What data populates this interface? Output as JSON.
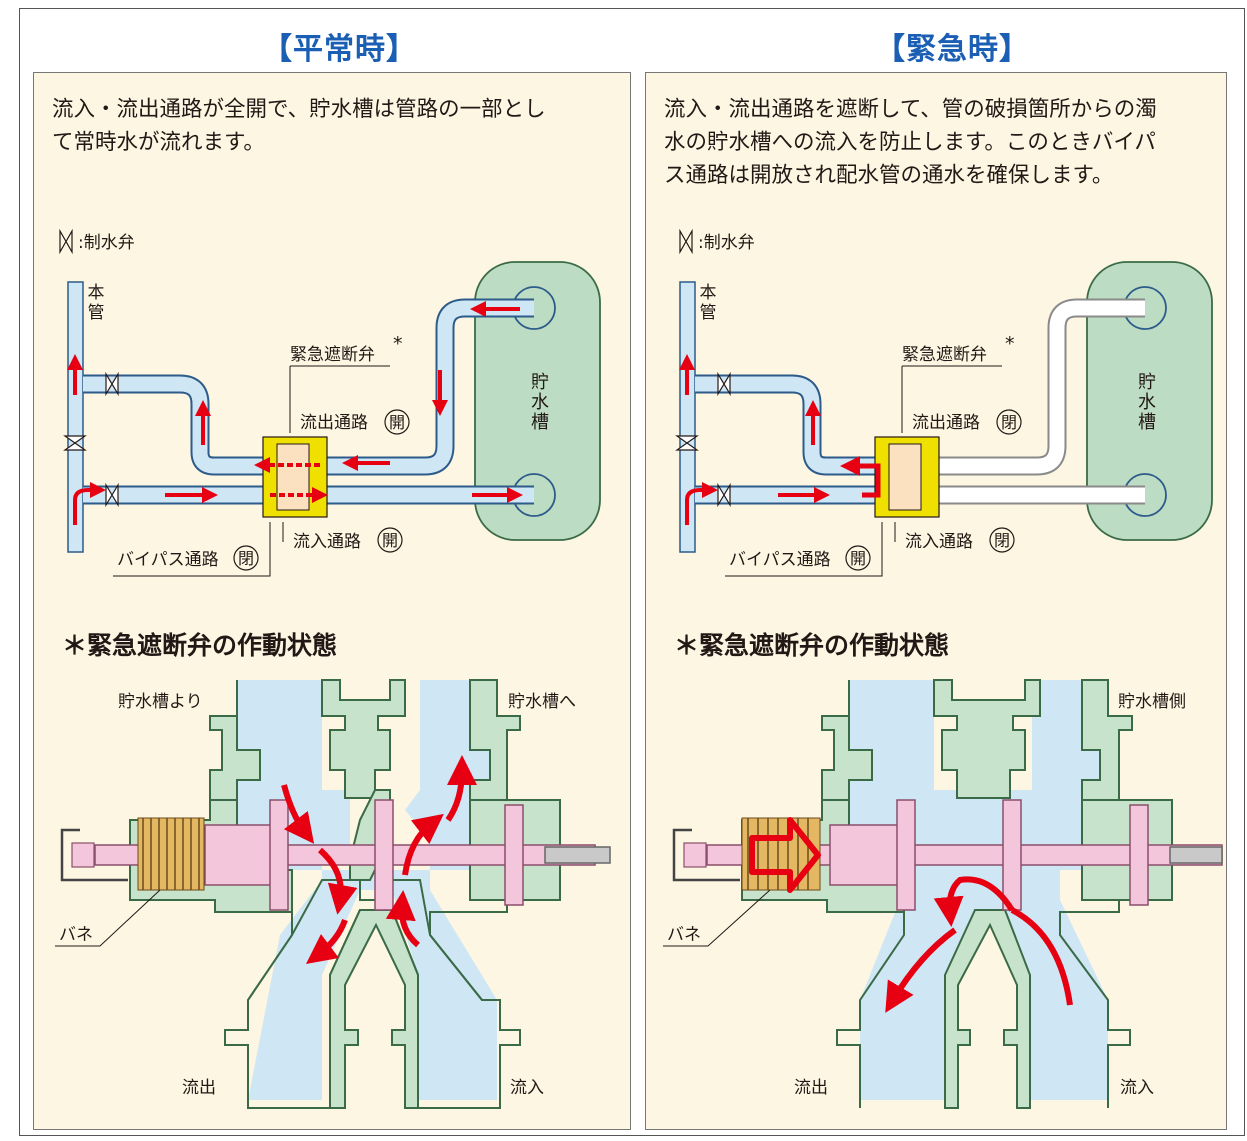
{
  "left": {
    "title": "【平常時】",
    "description_line1": "流入・流出通路が全開で、貯水槽は管路の一部とし",
    "description_line2": "て常時水が流れます。",
    "legend_label": ":制水弁",
    "main_pipe_label": [
      "本",
      "管"
    ],
    "tank_label": [
      "貯",
      "水",
      "槽"
    ],
    "valve_label": "緊急遮断弁",
    "asterisk": "*",
    "outflow_passage": "流出通路",
    "inflow_passage": "流入通路",
    "bypass_passage": "バイパス通路",
    "status_outflow": "開",
    "status_inflow": "開",
    "status_bypass": "閉",
    "section_title": "＊緊急遮断弁の作動状態",
    "label_from_tank": "貯水槽より",
    "label_to_tank": "貯水槽へ",
    "label_spring": "バネ",
    "label_outflow": "流出",
    "label_inflow": "流入"
  },
  "right": {
    "title": "【緊急時】",
    "description_line1": "流入・流出通路を遮断して、管の破損箇所からの濁",
    "description_line2": "水の貯水槽への流入を防止します。このときバイパ",
    "description_line3": "ス通路は開放され配水管の通水を確保します。",
    "legend_label": ":制水弁",
    "main_pipe_label": [
      "本",
      "管"
    ],
    "tank_label": [
      "貯",
      "水",
      "槽"
    ],
    "valve_label": "緊急遮断弁",
    "asterisk": "*",
    "outflow_passage": "流出通路",
    "inflow_passage": "流入通路",
    "bypass_passage": "バイパス通路",
    "status_outflow": "閉",
    "status_inflow": "閉",
    "status_bypass": "開",
    "section_title": "＊緊急遮断弁の作動状態",
    "label_tank_side": "貯水槽側",
    "label_spring": "バネ",
    "label_outflow": "流出",
    "label_inflow": "流入"
  },
  "colors": {
    "title_blue": "#1b5fb4",
    "panel_bg": "#fdf6e3",
    "pipe_fill": "#cfe6f5",
    "pipe_stroke": "#2d5b8a",
    "tank_fill": "#bcdcc3",
    "valve_body": "#f0e000",
    "valve_core": "#fbe1c0",
    "body_green": "#c8e3cb",
    "stem_pink": "#f4c6dc",
    "spring": "#e4b862",
    "arrow_red": "#e60012",
    "empty_pipe": "#ffffff"
  }
}
